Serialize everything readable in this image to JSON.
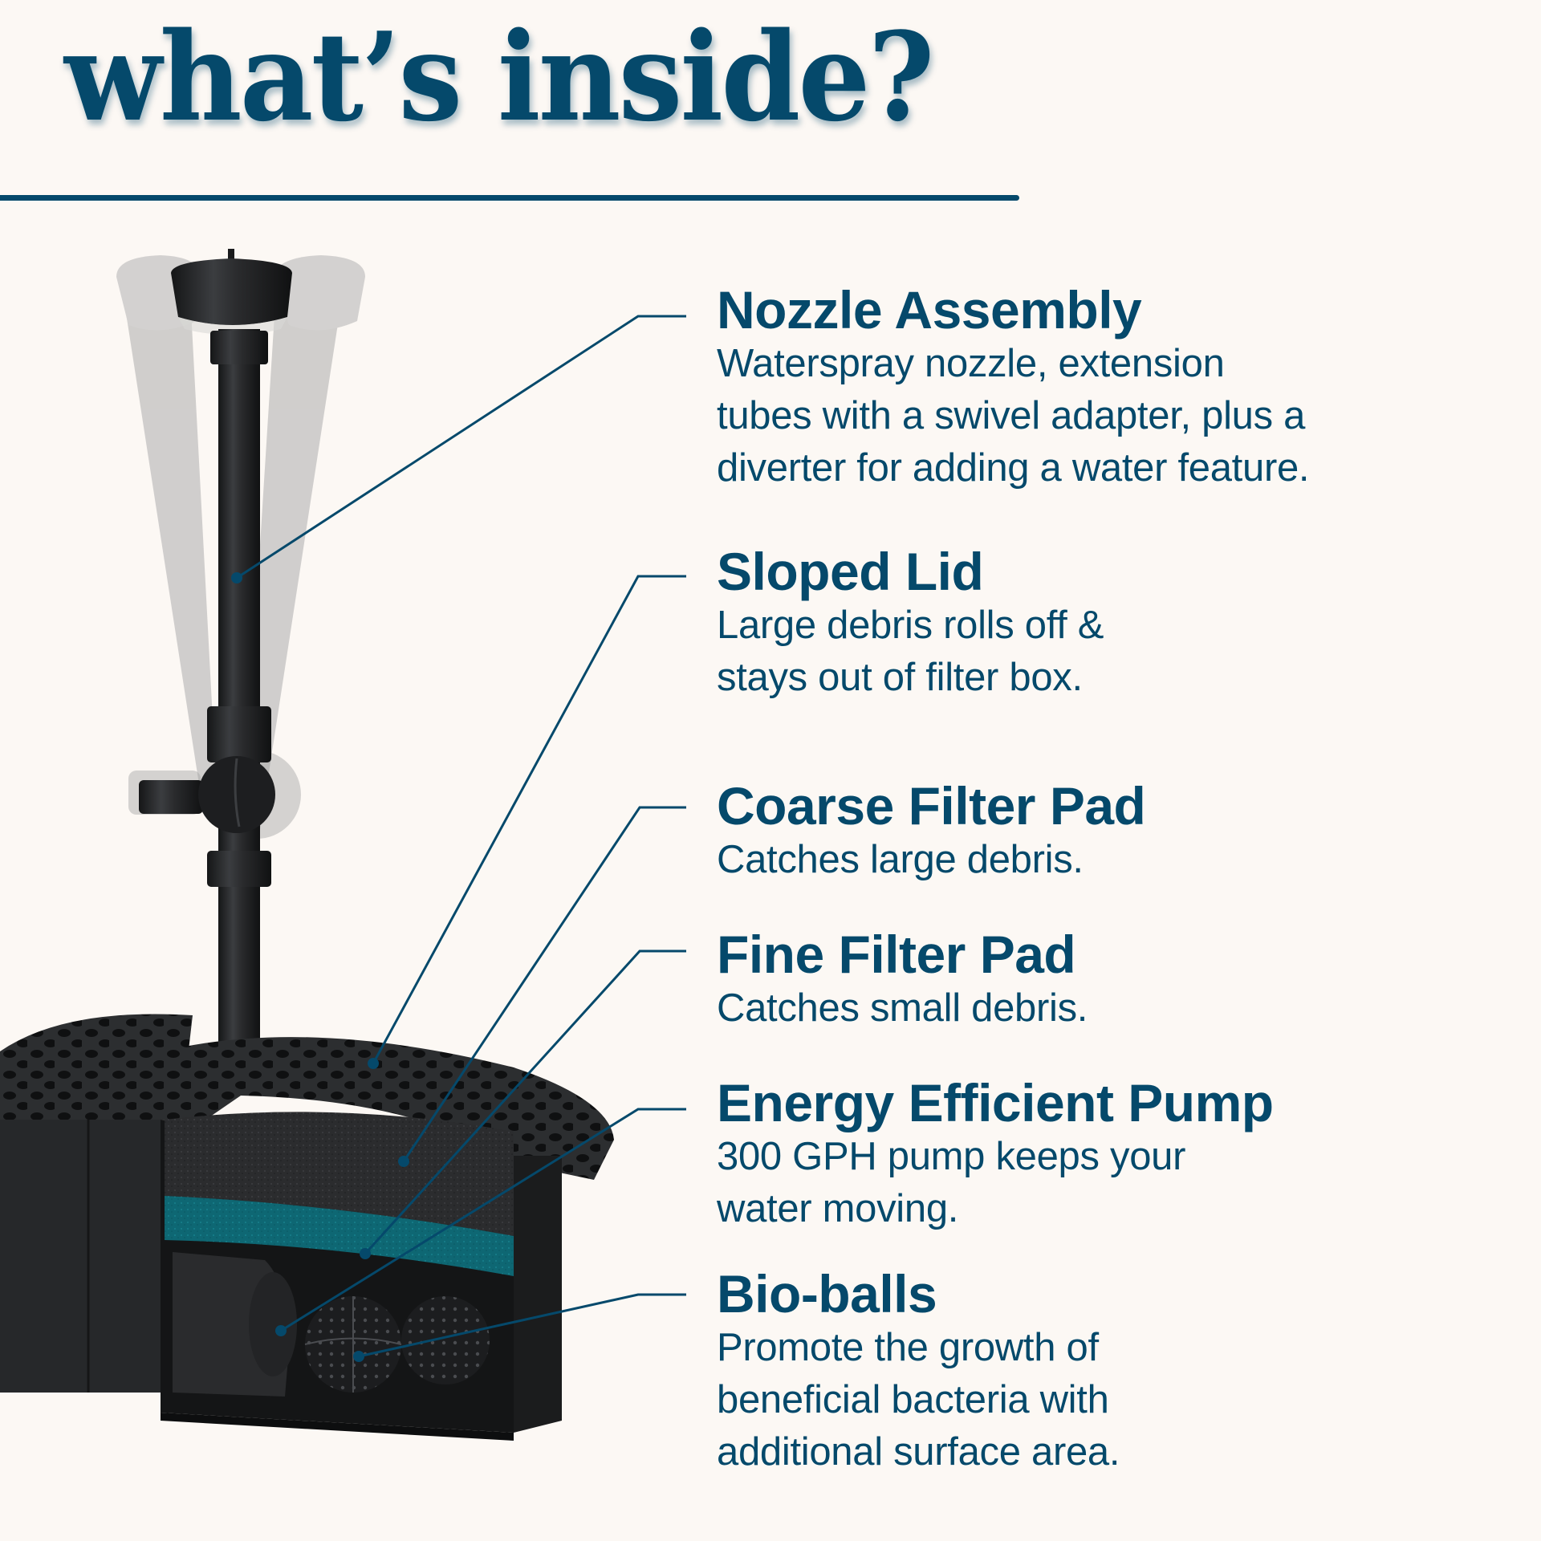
{
  "header": {
    "title": "what’s inside?"
  },
  "colors": {
    "background": "#fcf8f4",
    "primary": "#05496b",
    "filter_teal": "#0e6c78",
    "product_dark": "#1e1f21"
  },
  "callouts": [
    {
      "id": "nozzle-assembly",
      "title": "Nozzle Assembly",
      "body": "Waterspray nozzle, extension\ntubes with a swivel adapter, plus a\ndiverter for adding a water feature."
    },
    {
      "id": "sloped-lid",
      "title": "Sloped Lid",
      "body": "Large debris rolls off &\nstays out of filter box."
    },
    {
      "id": "coarse-filter-pad",
      "title": "Coarse Filter Pad",
      "body": "Catches large debris."
    },
    {
      "id": "fine-filter-pad",
      "title": "Fine Filter Pad",
      "body": "Catches small debris."
    },
    {
      "id": "energy-efficient-pump",
      "title": "Energy Efficient Pump",
      "body": "300 GPH pump keeps your\nwater moving."
    },
    {
      "id": "bio-balls",
      "title": "Bio-balls",
      "body": "Promote the growth of\nbeneficial bacteria with\nadditional surface area."
    }
  ]
}
